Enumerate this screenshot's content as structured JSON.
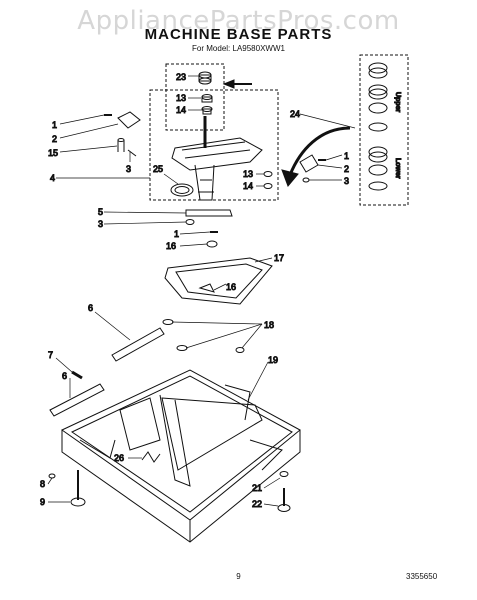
{
  "watermark": "AppliancePartsPros.com",
  "title": "MACHINE BASE PARTS",
  "subtitle": "For Model: LA9580XWW1",
  "page_number": "9",
  "doc_number": "3355650",
  "side_panel": {
    "upper": "Upper",
    "lower": "Lower"
  },
  "callouts": [
    {
      "id": "c23",
      "text": "23"
    },
    {
      "id": "c13a",
      "text": "13"
    },
    {
      "id": "c14a",
      "text": "14"
    },
    {
      "id": "c1a",
      "text": "1"
    },
    {
      "id": "c2a",
      "text": "2"
    },
    {
      "id": "c15",
      "text": "15"
    },
    {
      "id": "c3a",
      "text": "3"
    },
    {
      "id": "c24",
      "text": "24"
    },
    {
      "id": "c1b",
      "text": "1"
    },
    {
      "id": "c2b",
      "text": "2"
    },
    {
      "id": "c3b",
      "text": "3"
    },
    {
      "id": "c13b",
      "text": "13"
    },
    {
      "id": "c14b",
      "text": "14"
    },
    {
      "id": "c4",
      "text": "4"
    },
    {
      "id": "c25",
      "text": "25"
    },
    {
      "id": "c5",
      "text": "5"
    },
    {
      "id": "c3c",
      "text": "3"
    },
    {
      "id": "c1c",
      "text": "1"
    },
    {
      "id": "c16a",
      "text": "16"
    },
    {
      "id": "c17",
      "text": "17"
    },
    {
      "id": "c16b",
      "text": "16"
    },
    {
      "id": "c6a",
      "text": "6"
    },
    {
      "id": "c18",
      "text": "18"
    },
    {
      "id": "c7",
      "text": "7"
    },
    {
      "id": "c6b",
      "text": "6"
    },
    {
      "id": "c19",
      "text": "19"
    },
    {
      "id": "c26",
      "text": "26"
    },
    {
      "id": "c8",
      "text": "8"
    },
    {
      "id": "c9",
      "text": "9"
    },
    {
      "id": "c21",
      "text": "21"
    },
    {
      "id": "c22",
      "text": "22"
    }
  ]
}
